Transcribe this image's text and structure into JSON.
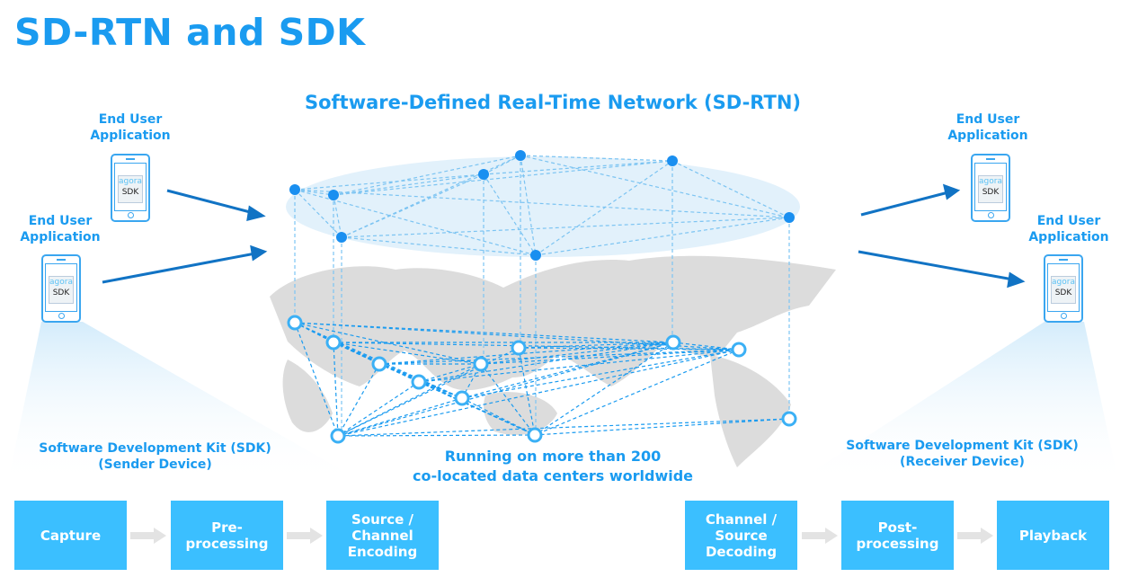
{
  "title": "SD-RTN and SDK",
  "network_title": "Software-Defined Real-Time Network (SD-RTN)",
  "end_user_label": [
    "End User",
    "Application"
  ],
  "phone": {
    "brand": "agora",
    "sdk": "SDK"
  },
  "sdk_sender": [
    "Software Development Kit (SDK)",
    "(Sender Device)"
  ],
  "sdk_receiver": [
    "Software Development Kit (SDK)",
    "(Receiver Device)"
  ],
  "datacenters": [
    "Running on more than 200",
    "co-located data centers worldwide"
  ],
  "pipeline": [
    "Capture",
    "Pre-\nprocessing",
    "Source /\nChannel\nEncoding",
    "Channel /\nSource\nDecoding",
    "Post-\nprocessing",
    "Playback"
  ],
  "colors": {
    "accent": "#1a9bf0",
    "box": "#3bbfff",
    "arrow": "#1173c4"
  }
}
